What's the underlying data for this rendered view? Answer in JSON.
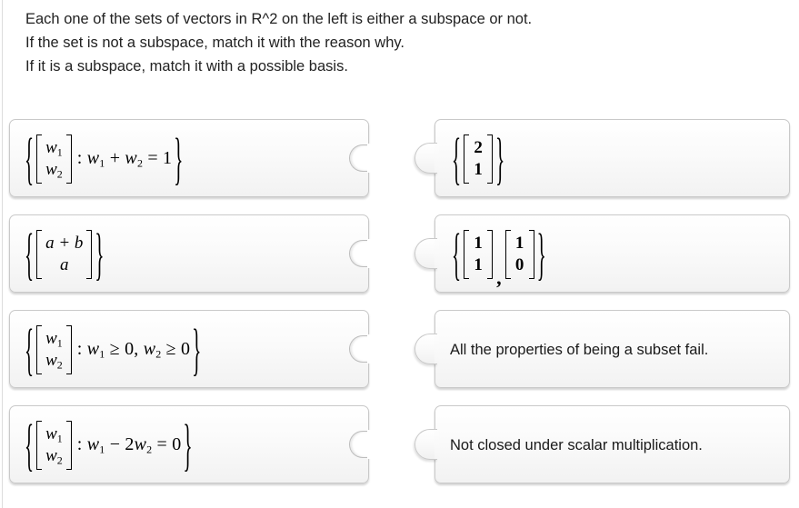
{
  "prompt": {
    "line1": "Each one of the sets of vectors in R^2 on the left is either a subspace or not.",
    "line2": "If the set is not a subspace, match it with the reason why.",
    "line3": "If it is a subspace, match it with a possible basis."
  },
  "left_cards": [
    {
      "id": "set-w1-plus-w2-equals-1",
      "type": "math-set",
      "vector": [
        "w1",
        "w2"
      ],
      "condition": "w1 + w2 = 1",
      "text": "{ [w1, w2] : w1 + w2 = 1 }"
    },
    {
      "id": "set-a-plus-b-over-a",
      "type": "math-set",
      "vector": [
        "a + b",
        "a"
      ],
      "condition": "",
      "text": "{ [a + b, a] }"
    },
    {
      "id": "set-w1-ge-0-w2-ge-0",
      "type": "math-set",
      "vector": [
        "w1",
        "w2"
      ],
      "condition": "w1 ≥ 0, w2 ≥ 0",
      "text": "{ [w1, w2] : w1 ≥ 0, w2 ≥ 0 }"
    },
    {
      "id": "set-w1-minus-2w2-equals-0",
      "type": "math-set",
      "vector": [
        "w1",
        "w2"
      ],
      "condition": "w1 − 2w2 = 0",
      "text": "{ [w1, w2] : w1 − 2w2 = 0 }"
    }
  ],
  "right_cards": [
    {
      "id": "basis-2-1",
      "type": "math-basis",
      "vectors": [
        [
          "2",
          "1"
        ]
      ],
      "text": "{ [2, 1] }"
    },
    {
      "id": "basis-11-10",
      "type": "math-basis",
      "vectors": [
        [
          "1",
          "1"
        ],
        [
          "1",
          "0"
        ]
      ],
      "separator": ",",
      "text": "{ [1, 1] , [1, 0] }"
    },
    {
      "id": "reason-subset-properties-fail",
      "type": "text",
      "text": "All the properties of being a subset fail."
    },
    {
      "id": "reason-not-closed-scalar-mult",
      "type": "text",
      "text": "Not closed under scalar multiplication."
    }
  ],
  "colors": {
    "page_background": "#ffffff",
    "card_border": "#c9c9c9",
    "card_fill_top": "#ffffff",
    "card_fill_bottom": "#f2f2f2",
    "text": "#1a1a1a",
    "rule": "#dcdcdc"
  }
}
